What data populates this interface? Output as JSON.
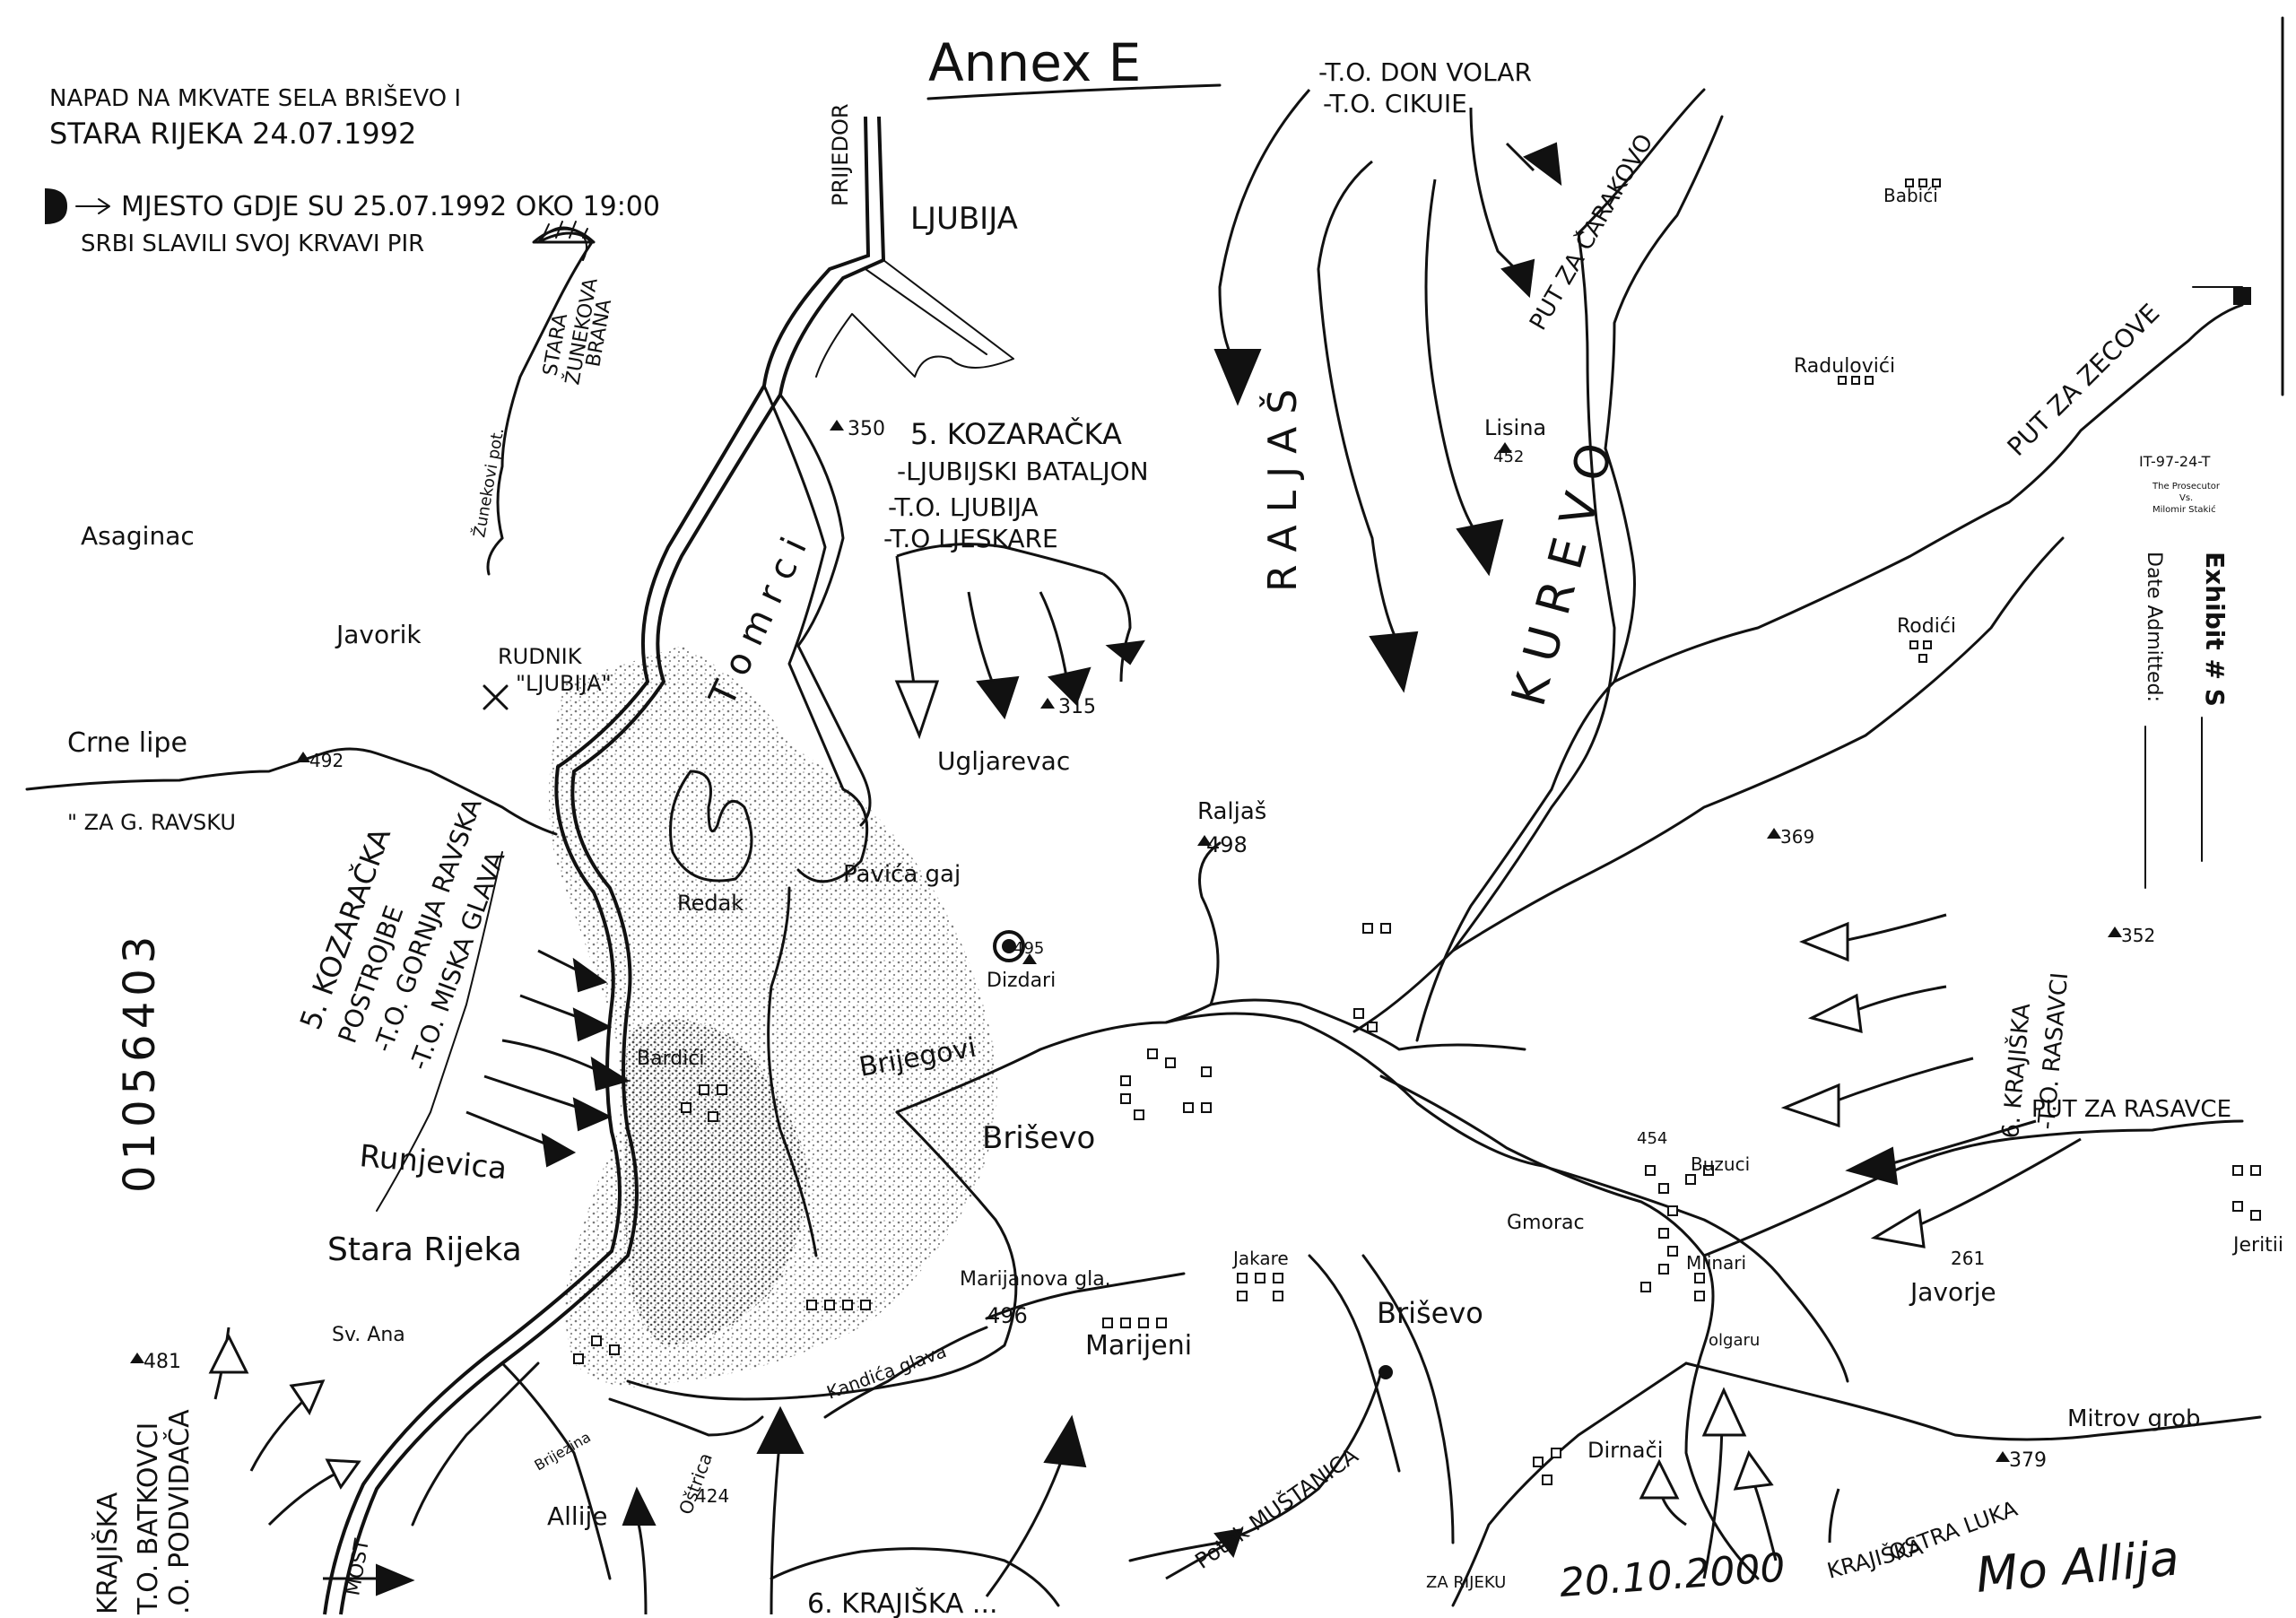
{
  "header": {
    "annex_title": "Annex E",
    "title_line1": "NAPAD NA MKVATE SELA BRIŠEVO I",
    "title_line2": "STARA RIJEKA 24.07.1992",
    "legend_line1": "MJESTO GDJE SU 25.07.1992 OKO 19:00",
    "legend_line2": "SRBI SLAVILI SVOJ KRVAVI PIR"
  },
  "units": {
    "top_units": [
      "-T.O. DON VOLAR",
      "-T.O. CIKUIE"
    ],
    "kozaracka_center": [
      "5. KOZARAČKA",
      "-LJUBIJSKI BATALJON",
      "-T.O. LJUBIJA",
      "-T.O LJESKARE"
    ],
    "kozaracka_left": [
      "5. KOZARAČKA",
      "POSTROJBE",
      "-T.O. GORNJA RAVSKA",
      "-T.O. MISKA GLAVA"
    ],
    "krajiska_right": [
      "6. KRAJIŠKA",
      "-T.O. RASAVCI"
    ],
    "krajiska_left": [
      "KRAJIŠKA",
      "T.O. BATKOVCI",
      ".O. PODVIDAČA"
    ],
    "krajiska_bottom": "6. KRAJIŠKA ...",
    "krajiska_bottom_right": "KRAJIŠKA",
    "ostra_luka": "OSTRA LUKA"
  },
  "places": {
    "prijedor": "PRIJEDOR",
    "ljubija": "LJUBIJA",
    "stara_zunekova_brana": [
      "STARA",
      "ŽUNEKOVA",
      "BRANA"
    ],
    "zunekovi_pot": "Žunekovi pot.",
    "asaginac": "Asaginac",
    "javorik": "Javorik",
    "rudnik": [
      "RUDNIK",
      "\"LJUBIJA\""
    ],
    "crne_lipe": "Crne lipe",
    "za_g_ravsku": "\" ZA G. RAVSKU",
    "tomrci": "T o m r c i",
    "ugljarevac": "Ugljarevac",
    "redak": "Redak",
    "pavica_gaj": "Pavića gaj",
    "dizdari": "Dizdari",
    "brijegovi": "Brijegovi",
    "bardici": "Bardići",
    "runjevica": "Runjevica",
    "stara_rijeka": "Stara Rijeka",
    "sv_ana": "Sv. Ana",
    "brisevo_center": "Briševo",
    "marijanova_glava": "Marijanova gla.",
    "marijeni": "Marijeni",
    "jakare": "Jakare",
    "kandici": "Kandića glava",
    "alilje": "Allije",
    "brijezina": "Brijezina",
    "ostrica": "Oštrica",
    "most": "MOST",
    "potok_mustanica": "Potok MUŠTANICA",
    "raljas_vertical": "R A L J A Š",
    "raljas": "Raljaš",
    "kurevo": "K U R E V O",
    "put_za_carakovo": "PUT ZA ČARAKOVO",
    "put_za_zecove": "PUT ZA ZECOVE",
    "put_za_rasavce": "PUT ZA RASAVCE",
    "lisina": "Lisina",
    "babici": "Babići",
    "radulovici": "Radulovići",
    "rodici": "Rodići",
    "gmorac": "Gmorac",
    "buzuci": "Buzuci",
    "mlinari": "Mlinari",
    "brisevo_lower": "Briševo",
    "dimaci": "Dirnači",
    "olgaru": "olgaru",
    "javorje": "Javorje",
    "jeritii": "Jeritii",
    "mitrov_grob": "Mitrov grob",
    "za_rijeku": "ZA RIJEKU"
  },
  "elevations": {
    "e350": "350",
    "e315": "315",
    "e492": "492",
    "e498": "498",
    "e495": "495",
    "e496": "496",
    "e481": "481",
    "e424": "424",
    "e454": "454",
    "e369": "369",
    "e352": "352",
    "e261": "261",
    "e379": "379",
    "e452": "452"
  },
  "exhibit": {
    "case_no": "IT-97-24-T",
    "line1": "The Prosecutor",
    "line2": "Vs.",
    "line3": "Milomir Stakić",
    "exhibit_label": "Exhibit # S",
    "date_label": "Date Admitted:"
  },
  "document_id": "01056403",
  "signature_date": "20.10.2000",
  "signature": "Mo Allija"
}
